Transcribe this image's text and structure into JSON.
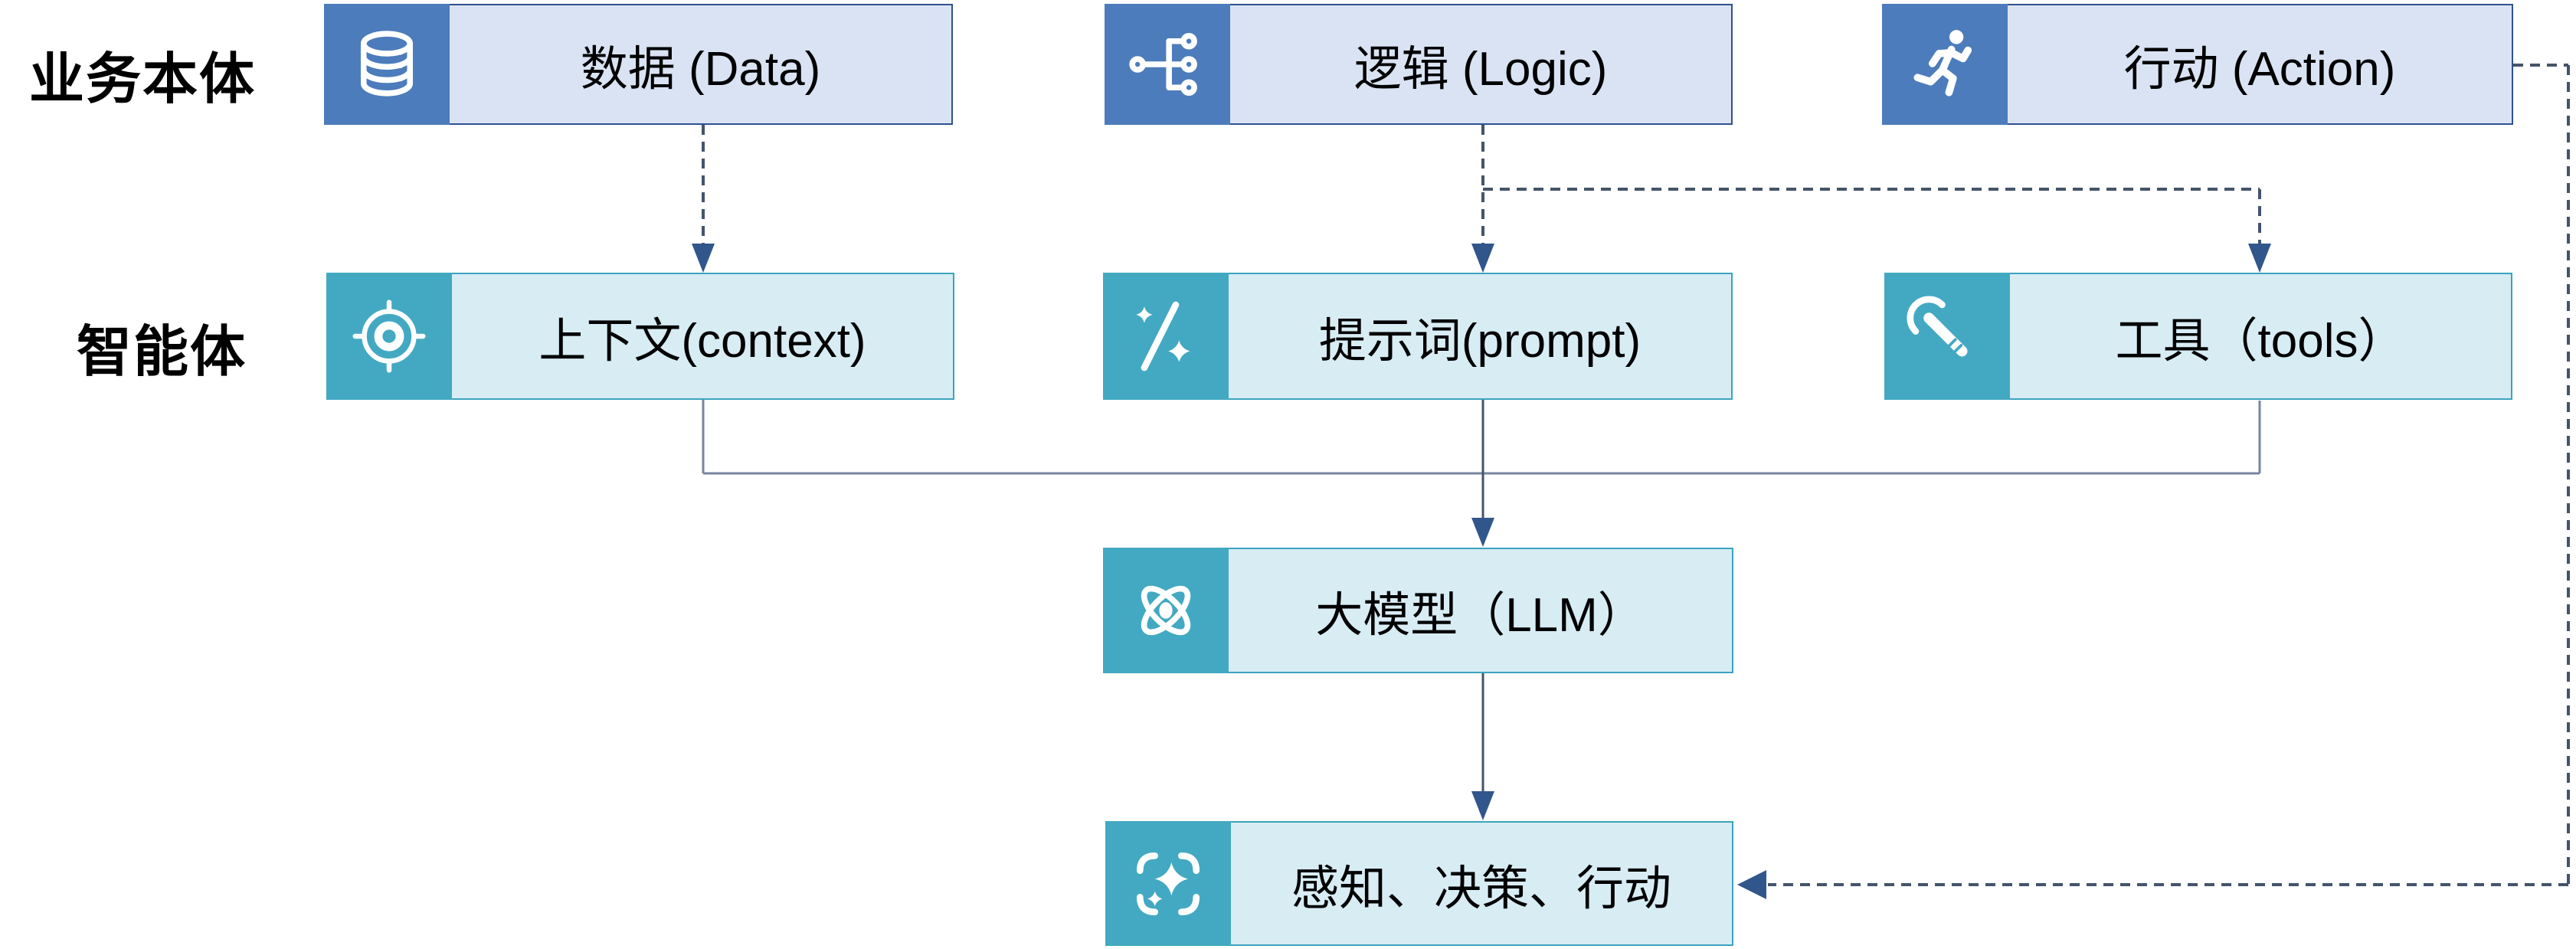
{
  "row_labels": {
    "business": "业务本体",
    "agent": "智能体"
  },
  "boxes": {
    "data": {
      "label": "数据 (Data)",
      "icon": "database-icon"
    },
    "logic": {
      "label": "逻辑 (Logic)",
      "icon": "tree-icon"
    },
    "action": {
      "label": "行动 (Action)",
      "icon": "runner-icon"
    },
    "context": {
      "label": "上下文(context)",
      "icon": "target-icon"
    },
    "prompt": {
      "label": "提示词(prompt)",
      "icon": "wand-icon"
    },
    "tools": {
      "label": "工具（tools）",
      "icon": "wrench-icon"
    },
    "llm": {
      "label": "大模型（LLM）",
      "icon": "atom-icon"
    },
    "output": {
      "label": "感知、决策、行动",
      "icon": "sparkle-frame-icon"
    }
  },
  "colors": {
    "business_icon_bg": "#4C7CBB",
    "business_body_bg": "#DAE3F3",
    "business_border": "#2F528F",
    "agent_icon_bg": "#43A9C2",
    "agent_body_bg": "#D8ECF4",
    "agent_border": "#3BA3BE",
    "dashed_line": "#44546A",
    "solid_line": "#76869E",
    "arrowhead": "#31568C",
    "text": "#000000"
  }
}
